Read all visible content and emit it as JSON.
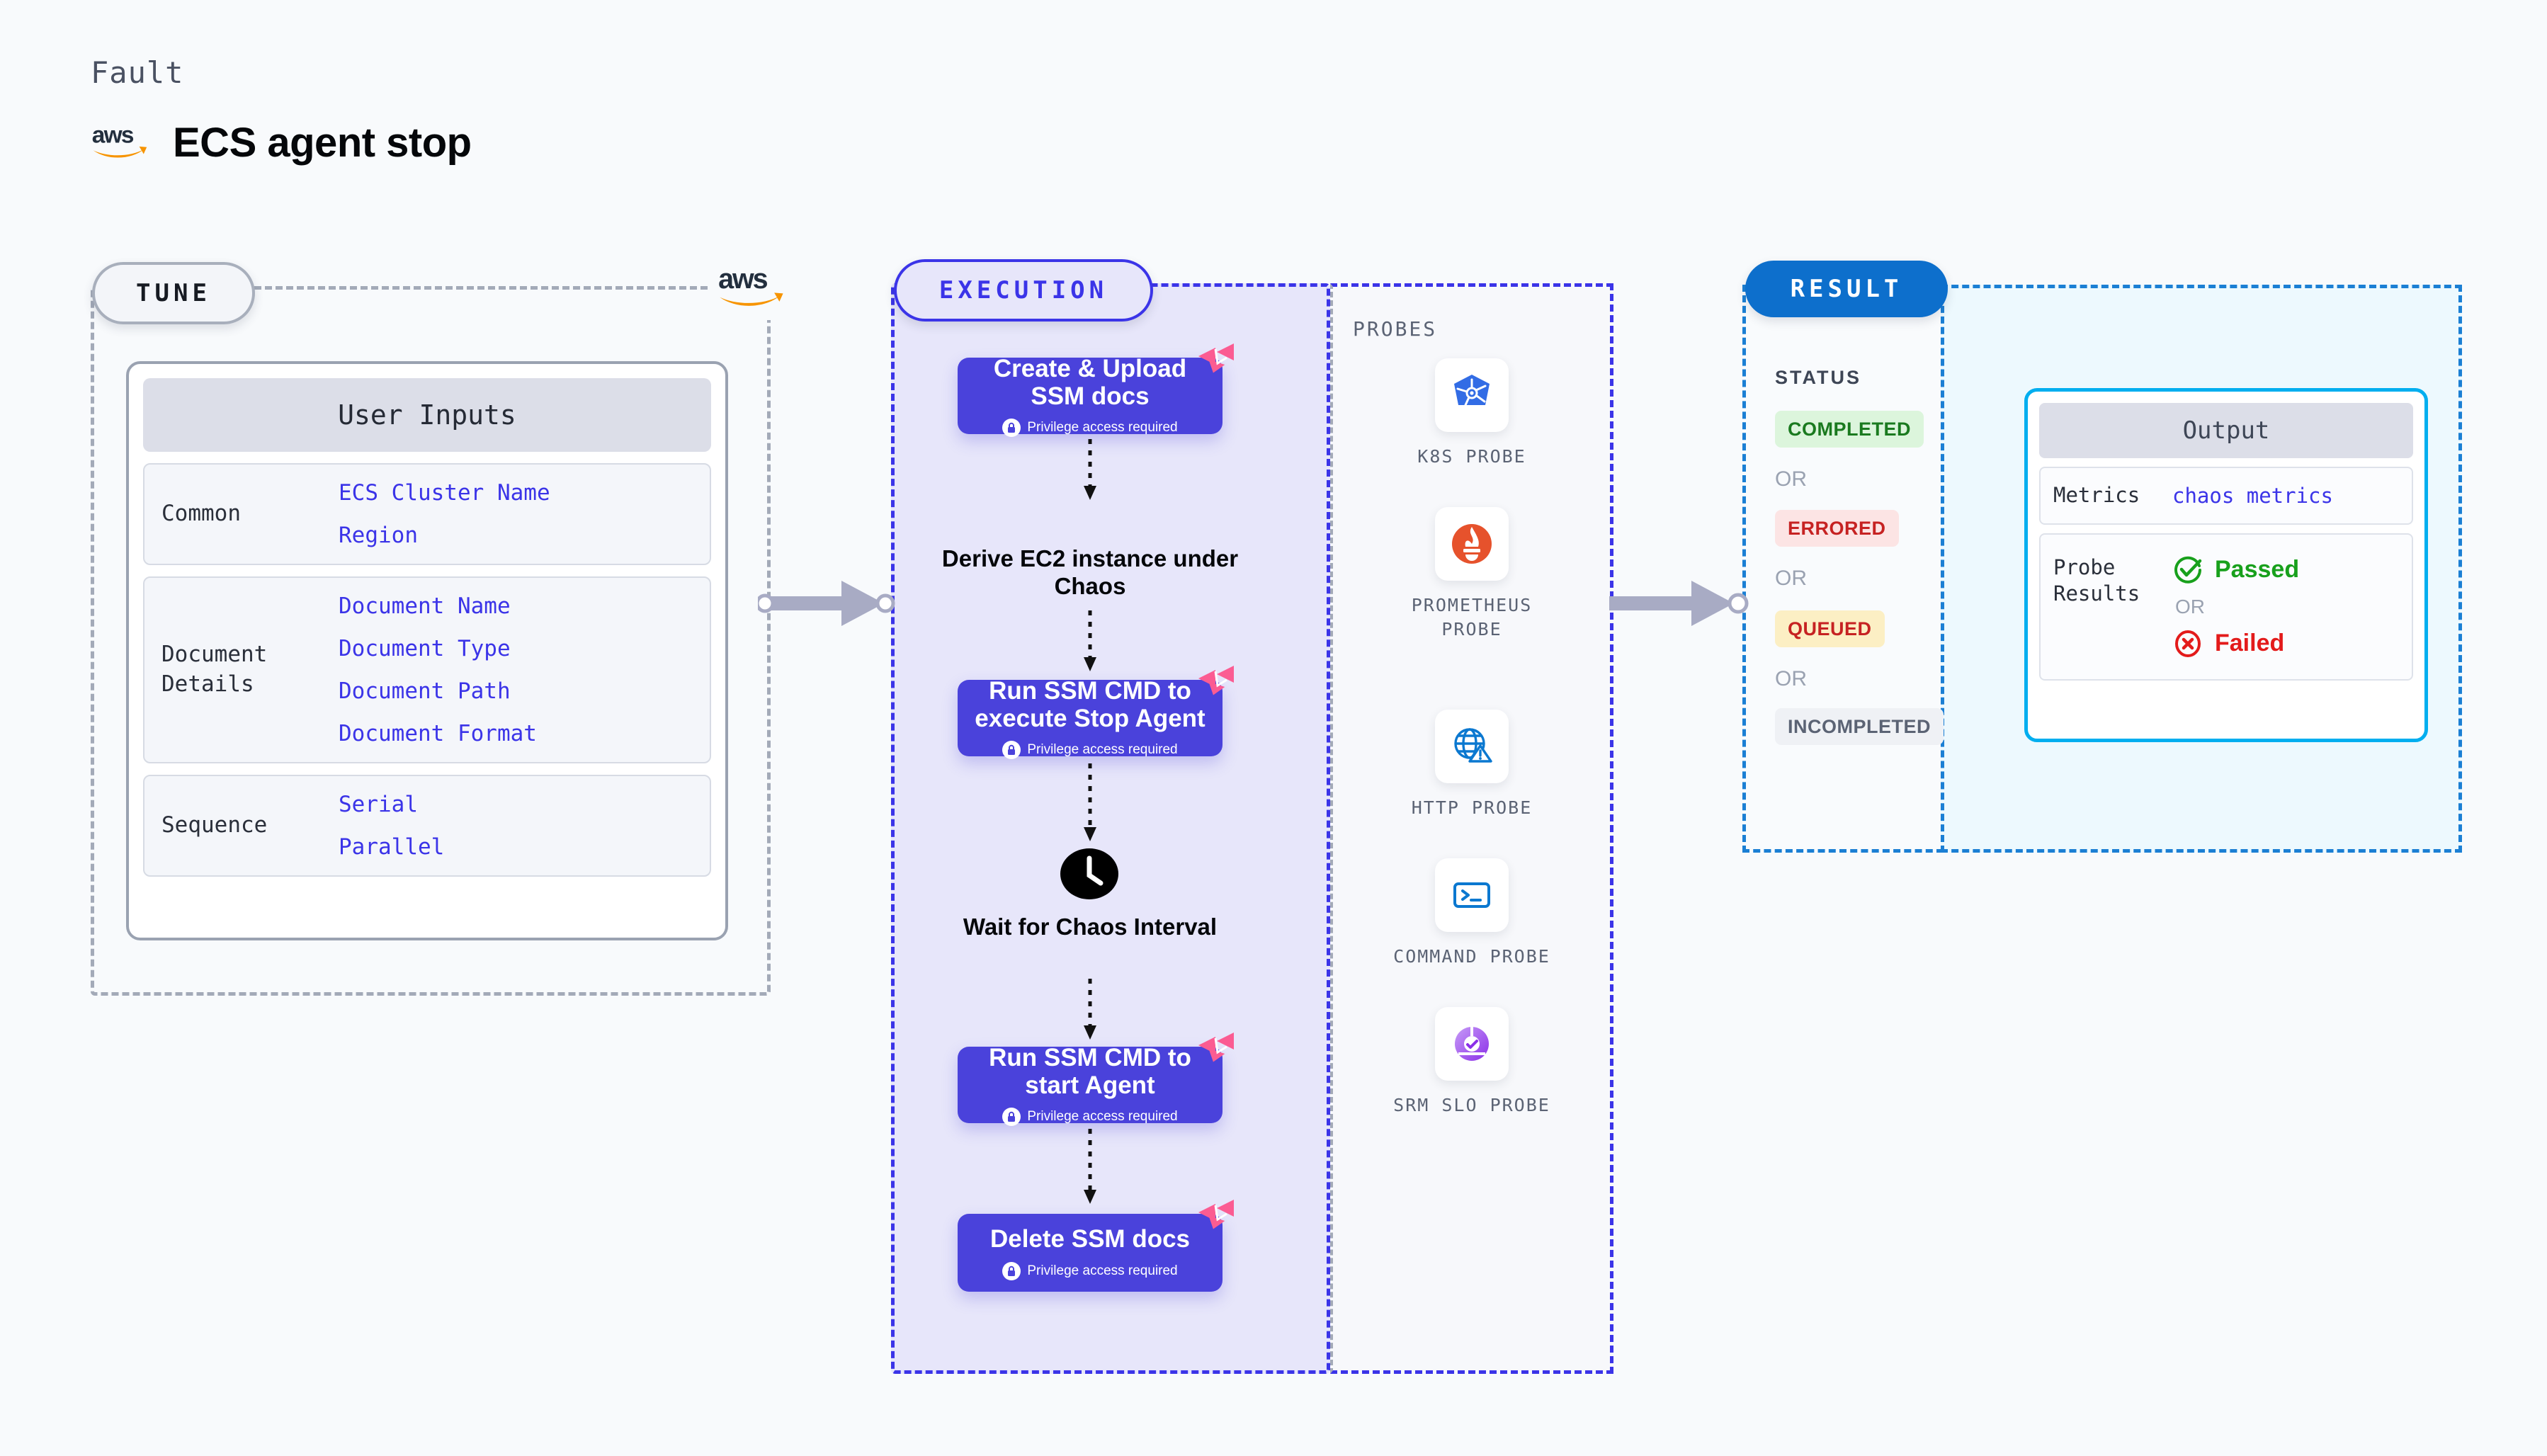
{
  "header": {
    "kicker": "Fault",
    "title": "ECS agent stop",
    "logo": "aws-logo"
  },
  "tune": {
    "badge": "TUNE",
    "corner_logo": "aws-logo",
    "card_title": "User Inputs",
    "groups": [
      {
        "key": "Common",
        "values": [
          "ECS Cluster Name",
          "Region"
        ]
      },
      {
        "key": "Document\nDetails",
        "values": [
          "Document Name",
          "Document Type",
          "Document Path",
          "Document Format"
        ]
      },
      {
        "key": "Sequence",
        "values": [
          "Serial",
          "Parallel"
        ]
      }
    ]
  },
  "execution": {
    "badge": "EXECUTION",
    "privilege_note": "Privilege access required",
    "steps": [
      {
        "type": "node",
        "label": "Create & Upload SSM docs",
        "privileged": true,
        "icon": "chaos-ribbon-icon"
      },
      {
        "type": "plain",
        "label": "Derive EC2 instance under Chaos",
        "privileged": false,
        "icon": ""
      },
      {
        "type": "node",
        "label": "Run SSM CMD to execute Stop Agent",
        "privileged": true,
        "icon": "chaos-ribbon-icon"
      },
      {
        "type": "plain",
        "label": "Wait for Chaos Interval",
        "privileged": false,
        "icon": "clock-icon"
      },
      {
        "type": "node",
        "label": "Run SSM CMD to start Agent",
        "privileged": true,
        "icon": "chaos-ribbon-icon"
      },
      {
        "type": "node",
        "label": "Delete SSM docs",
        "privileged": true,
        "icon": "chaos-ribbon-icon"
      }
    ]
  },
  "probes": {
    "title": "PROBES",
    "items": [
      {
        "label": "K8S PROBE",
        "icon": "kubernetes-icon"
      },
      {
        "label": "PROMETHEUS PROBE",
        "icon": "prometheus-icon"
      },
      {
        "label": "HTTP PROBE",
        "icon": "globe-warning-icon"
      },
      {
        "label": "COMMAND PROBE",
        "icon": "terminal-icon"
      },
      {
        "label": "SRM SLO PROBE",
        "icon": "slo-donut-icon"
      }
    ]
  },
  "result": {
    "badge": "RESULT",
    "status_label": "STATUS",
    "or_label": "OR",
    "statuses": [
      {
        "label": "COMPLETED",
        "fg": "#1A7A1F",
        "bg": "#DCF5DC"
      },
      {
        "label": "ERRORED",
        "fg": "#C62222",
        "bg": "#FCE4E4"
      },
      {
        "label": "QUEUED",
        "fg": "#C62222",
        "bg": "#FCEFC4"
      },
      {
        "label": "INCOMPLETED",
        "fg": "#5B6374",
        "bg": "#EFF1F5"
      }
    ],
    "output": {
      "title": "Output",
      "metrics_key": "Metrics",
      "metrics_value": "chaos metrics",
      "probe_key": "Probe\nResults",
      "passed": "Passed",
      "failed": "Failed",
      "or_label": "OR"
    }
  },
  "colors": {
    "node_purple": "#4A42DB",
    "execution_bg": "#E7E6FA",
    "execution_border": "#3B34E8",
    "result_blue": "#0D6FCC",
    "output_cyan": "#00AEEF",
    "output_bg": "#EDF9FE",
    "ribbon_pink": "#FB5C92",
    "link_blue": "#3B34E8",
    "aws_orange": "#F79400"
  }
}
